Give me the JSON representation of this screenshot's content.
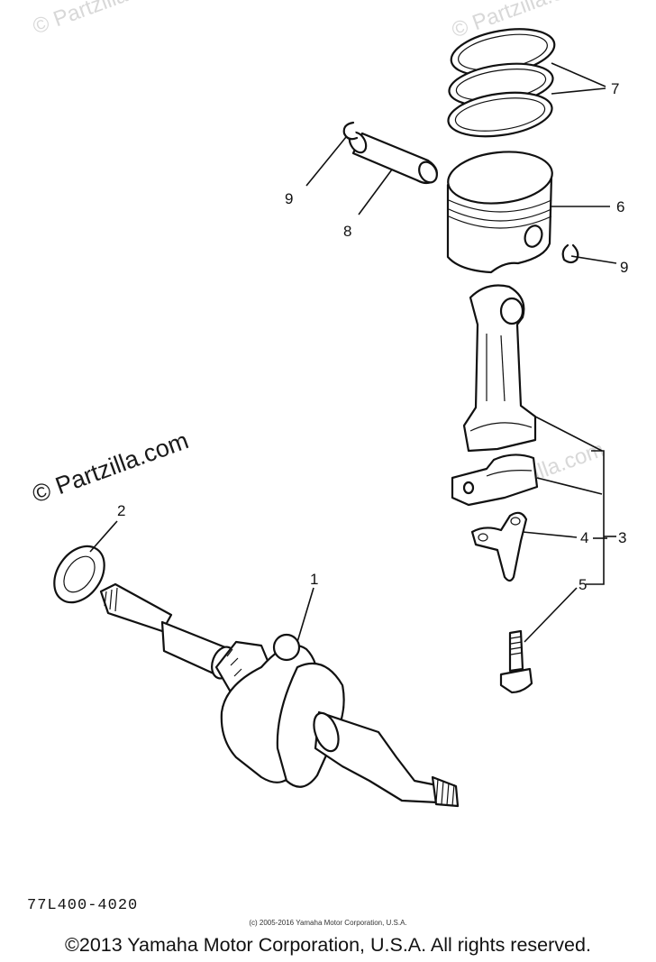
{
  "watermarks": {
    "top_left": "© Partzilla.com",
    "top_right": "© Partzilla.com",
    "center": "© Partzilla.com",
    "right_ghost": "© Partzilla.com"
  },
  "callouts": {
    "c1": "1",
    "c2": "2",
    "c3": "3",
    "c4": "4",
    "c5": "5",
    "c6": "6",
    "c7": "7",
    "c8": "8",
    "c9a": "9",
    "c9b": "9"
  },
  "diagram_code": "77L400-4020",
  "small_copyright": "(c) 2005-2016 Yamaha Motor Corporation, U.S.A.",
  "footer_copyright": "©2013 Yamaha Motor Corporation, U.S.A. All rights reserved."
}
